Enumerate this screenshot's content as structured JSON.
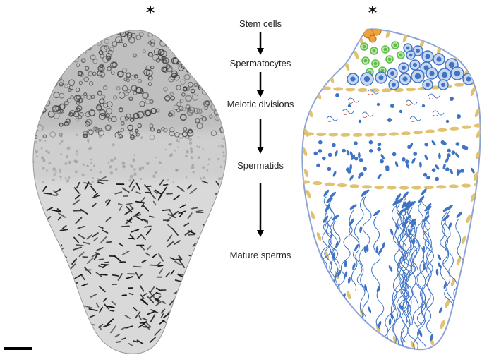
{
  "markers": {
    "left_asterisk": "*",
    "right_asterisk": "*"
  },
  "stages": [
    {
      "label": "Stem cells"
    },
    {
      "label": "Spermatocytes"
    },
    {
      "label": "Meiotic divisions"
    },
    {
      "label": "Spermatids"
    },
    {
      "label": "Mature sperms"
    }
  ],
  "colors": {
    "outline": "#8ea3d6",
    "somatic_cell": "#e0c271",
    "stem_cell": "#f0a13a",
    "green_cell": "#5fbe4a",
    "blue_cell": "#3f73c4",
    "nucleus_light": "#c7d7f0",
    "micrograph_dark": "#111111",
    "scale_bar": "#000000"
  }
}
